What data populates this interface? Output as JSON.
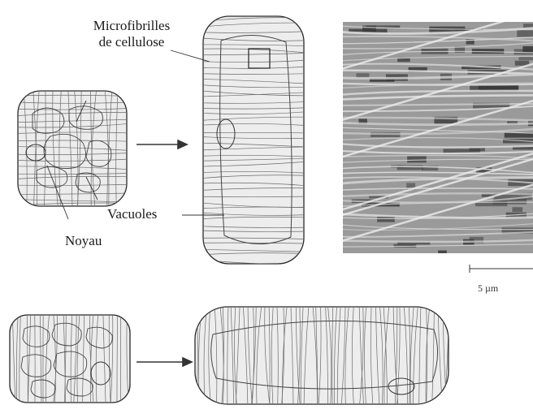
{
  "labels": {
    "microfibrils_line1": "Microfibrilles",
    "microfibrils_line2": "de cellulose",
    "nucleus": "Noyau",
    "vacuoles": "Vacuoles",
    "scale": "5 µm"
  },
  "colors": {
    "ink": "#2a2a2a",
    "fibril": "#555555",
    "micrograph_dark": "#3a3a3a",
    "micrograph_light": "#d8d8d8"
  }
}
